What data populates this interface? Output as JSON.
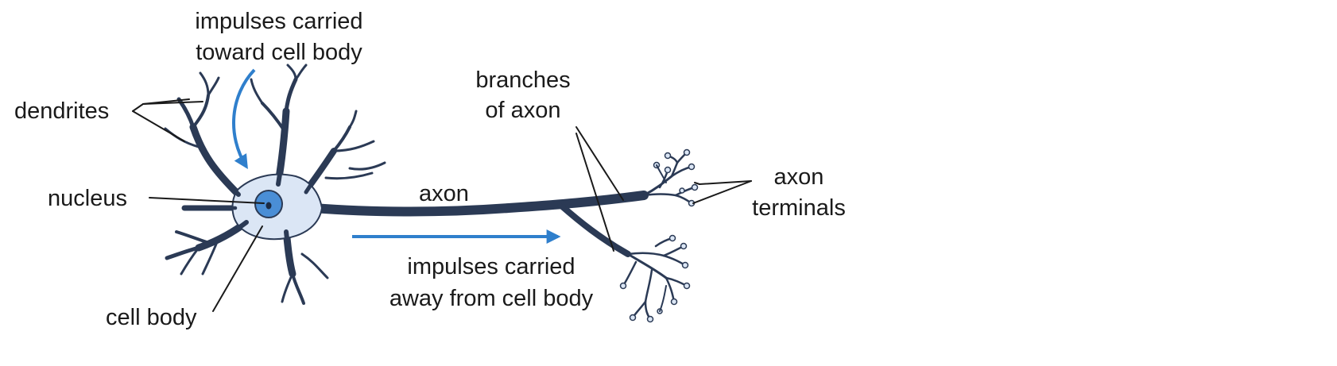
{
  "labels": {
    "impulses_toward_line1": "impulses carried",
    "impulses_toward_line2": "toward cell body",
    "dendrites": "dendrites",
    "nucleus": "nucleus",
    "cell_body": "cell body",
    "axon": "axon",
    "branches_line1": "branches",
    "branches_line2": "of axon",
    "axon_terminals_line1": "axon",
    "axon_terminals_line2": "terminals",
    "impulses_away_line1": "impulses carried",
    "impulses_away_line2": "away from cell body"
  },
  "colors": {
    "cytoplasm": "#dbe6f5",
    "outline": "#2b3a55",
    "nucleus": "#4a8ed6",
    "nucleolus": "#1a2a44",
    "arrow": "#2f7fcc",
    "text": "#1a1a1a"
  }
}
